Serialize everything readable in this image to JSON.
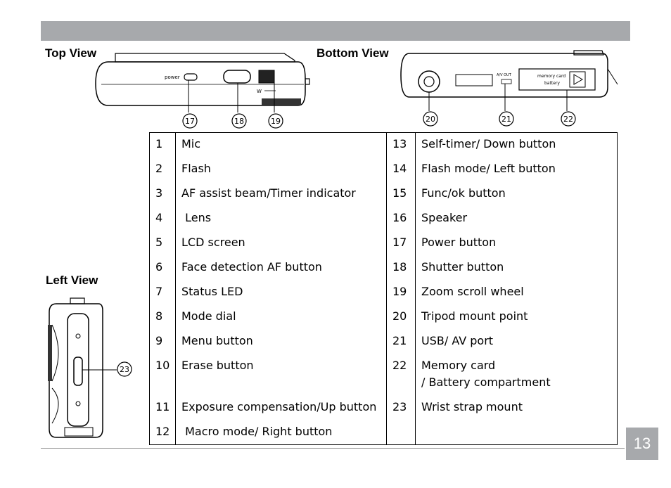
{
  "views": {
    "top": "Top View",
    "bottom": "Bottom View",
    "left": "Left View"
  },
  "diagram_text": {
    "power": "power",
    "zoom": "W",
    "av_out": "A/V OUT",
    "memory_card": "memory card",
    "battery": "battery"
  },
  "callouts": {
    "c17": "17",
    "c18": "18",
    "c19": "19",
    "c20": "20",
    "c21": "21",
    "c22": "22",
    "c23": "23"
  },
  "parts": [
    {
      "left_num": "1",
      "left_desc": "Mic",
      "right_num": "13",
      "right_desc": "Self-timer/ Down button"
    },
    {
      "left_num": "2",
      "left_desc": "Flash",
      "right_num": "14",
      "right_desc": "Flash mode/ Left button"
    },
    {
      "left_num": "3",
      "left_desc": "AF assist beam/Timer indicator",
      "right_num": "15",
      "right_desc": "Func/ok button"
    },
    {
      "left_num": "4",
      "left_desc": " Lens",
      "right_num": "16",
      "right_desc": "Speaker"
    },
    {
      "left_num": "5",
      "left_desc": "LCD screen",
      "right_num": "17",
      "right_desc": "Power button"
    },
    {
      "left_num": "6",
      "left_desc": "Face detection AF button",
      "right_num": "18",
      "right_desc": "Shutter button"
    },
    {
      "left_num": "7",
      "left_desc": "Status LED",
      "right_num": "19",
      "right_desc": "Zoom scroll wheel"
    },
    {
      "left_num": "8",
      "left_desc": "Mode dial",
      "right_num": "20",
      "right_desc": "Tripod mount point"
    },
    {
      "left_num": "9",
      "left_desc": "Menu button",
      "right_num": "21",
      "right_desc": "USB/ AV port"
    },
    {
      "left_num": "10",
      "left_desc": "Erase button",
      "right_num": "22",
      "right_desc": "Memory card\n/ Battery compartment"
    },
    {
      "left_num": "11",
      "left_desc": "Exposure compensation/Up button",
      "right_num": "23",
      "right_desc": "Wrist strap mount"
    },
    {
      "left_num": "12",
      "left_desc": " Macro mode/ Right button",
      "right_num": "",
      "right_desc": ""
    }
  ],
  "page_number": "13"
}
